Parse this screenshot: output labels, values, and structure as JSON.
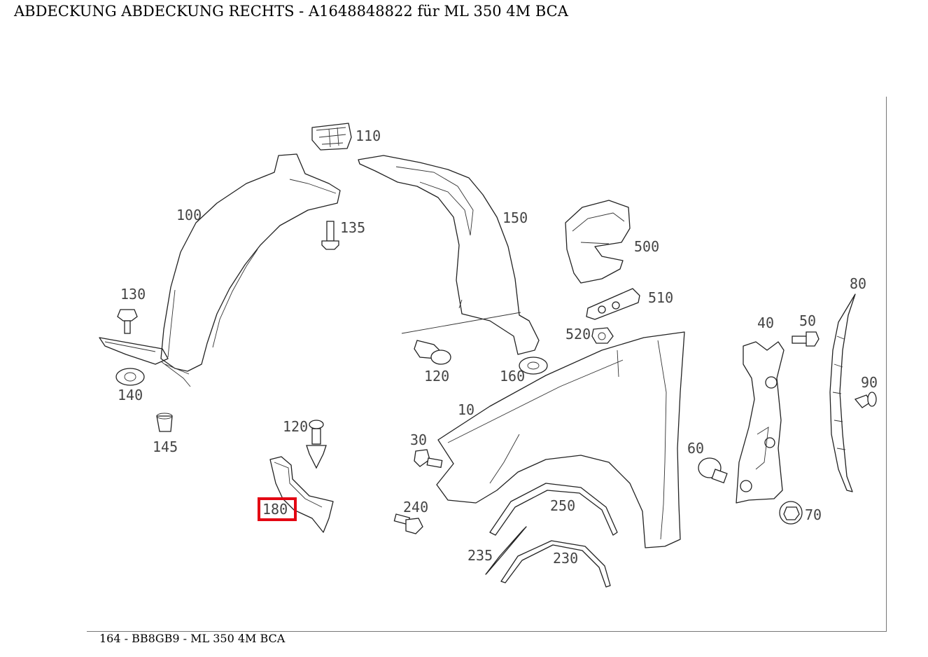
{
  "header": {
    "title": "ABDECKUNG ABDECKUNG RECHTS - A1648848822 für ML 350 4M BCA"
  },
  "diagram": {
    "selected_part": "180",
    "highlight_color": "#e30613",
    "callouts": {
      "c110": "110",
      "c100": "100",
      "c135": "135",
      "c150": "150",
      "c500": "500",
      "c510": "510",
      "c130": "130",
      "c520": "520",
      "c80": "80",
      "c40": "40",
      "c50": "50",
      "c120a": "120",
      "c160": "160",
      "c140": "140",
      "c90": "90",
      "c10": "10",
      "c145": "145",
      "c120b": "120",
      "c30": "30",
      "c60": "60",
      "c180": "180",
      "c240": "240",
      "c250": "250",
      "c70": "70",
      "c235": "235",
      "c230": "230"
    }
  },
  "footer": {
    "text": "164 - BB8GB9 - ML 350 4M BCA"
  }
}
